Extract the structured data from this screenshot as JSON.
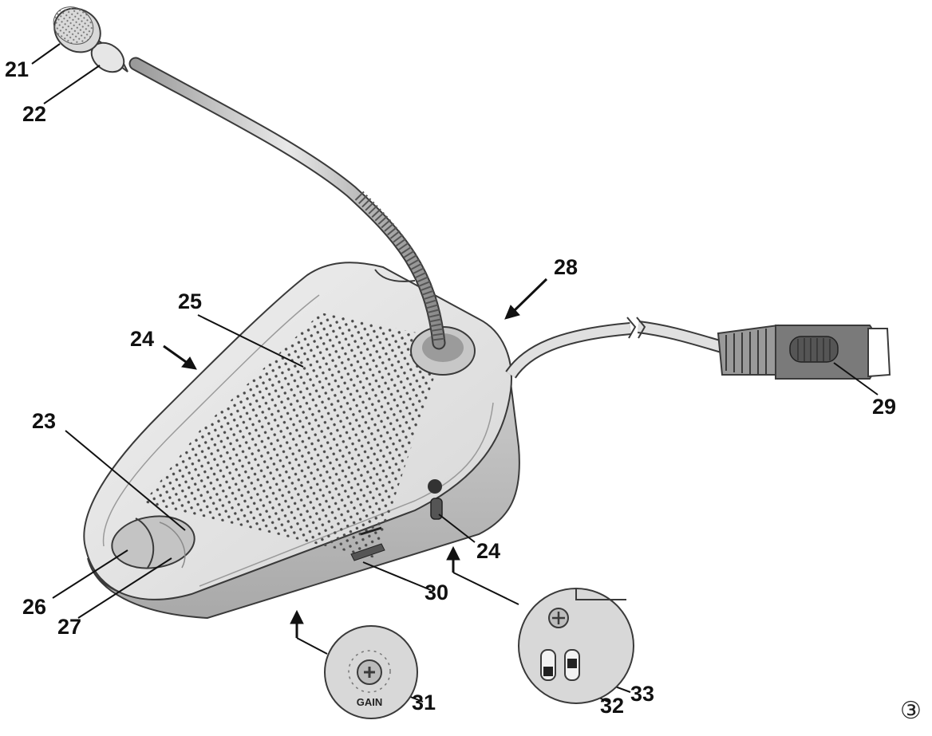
{
  "figure": {
    "figure_number": "③",
    "dial_label": "GAIN"
  },
  "callouts": [
    {
      "id": "21",
      "label": "21"
    },
    {
      "id": "22",
      "label": "22"
    },
    {
      "id": "23",
      "label": "23"
    },
    {
      "id": "24a",
      "label": "24"
    },
    {
      "id": "24b",
      "label": "24"
    },
    {
      "id": "25",
      "label": "25"
    },
    {
      "id": "26",
      "label": "26"
    },
    {
      "id": "27",
      "label": "27"
    },
    {
      "id": "28",
      "label": "28"
    },
    {
      "id": "29",
      "label": "29"
    },
    {
      "id": "30",
      "label": "30"
    },
    {
      "id": "31",
      "label": "31"
    },
    {
      "id": "32",
      "label": "32"
    },
    {
      "id": "33",
      "label": "33"
    }
  ],
  "colors": {
    "body": "#e4e4e4",
    "body_shadow": "#b8b8b8",
    "outline": "#3a3a3a",
    "grille": "#4a4a4a",
    "accent": "#111111"
  }
}
